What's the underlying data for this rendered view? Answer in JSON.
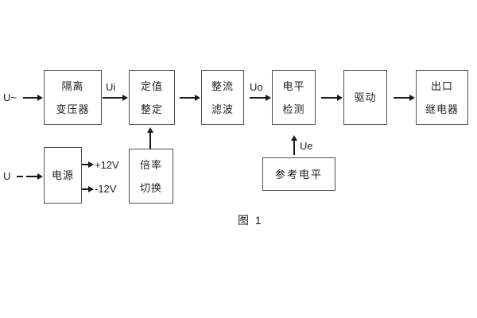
{
  "figure": {
    "caption": "图 1",
    "colors": {
      "background": "#ffffff",
      "box_border": "#4f4f4f",
      "text": "#1f1f1f",
      "arrow": "#1a1a1a"
    }
  },
  "blocks": {
    "isolation_transformer": {
      "line1": "隔离",
      "line2": "变压器"
    },
    "setpoint_adjust": {
      "line1": "定值",
      "line2": "整定"
    },
    "rectifier_filter": {
      "line1": "整流",
      "line2": "滤波"
    },
    "level_detect": {
      "line1": "电平",
      "line2": "检测"
    },
    "drive": {
      "line1": "驱动"
    },
    "output_relay": {
      "line1": "出口",
      "line2": "继电器"
    },
    "power_supply": {
      "line1": "电源"
    },
    "ratio_switch": {
      "line1": "倍率",
      "line2": "切换"
    },
    "reference_level": {
      "line1": "参考电平"
    }
  },
  "signals": {
    "input_ac": "U~",
    "input_dc": "U",
    "ui": "Ui",
    "uo": "Uo",
    "ue": "Ue",
    "rail_positive": "+12V",
    "rail_negative": "-12V"
  }
}
